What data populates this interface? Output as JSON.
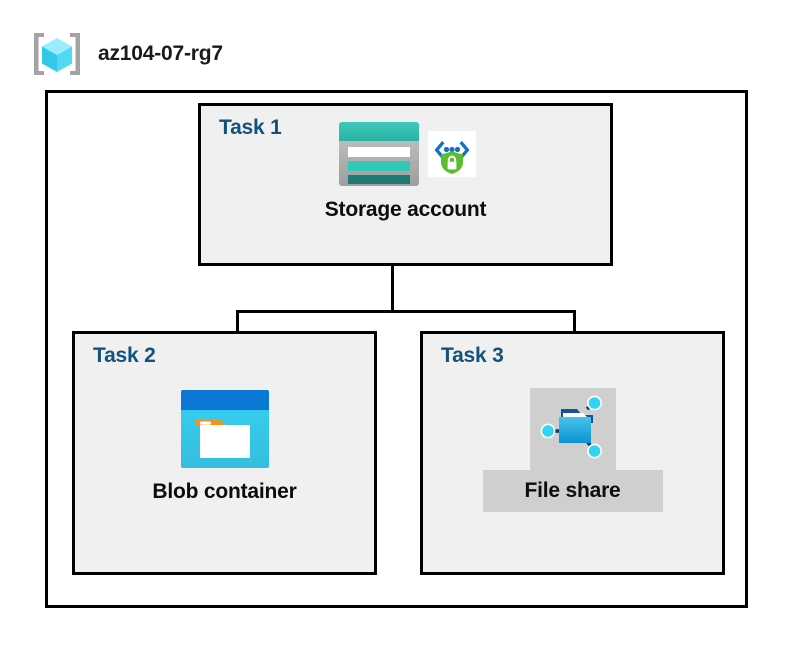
{
  "diagram": {
    "resource_group": {
      "name": "az104-07-rg7",
      "icon": "resource-group-cube-icon"
    },
    "tasks": [
      {
        "id": "task-1",
        "label": "Task 1",
        "node_caption": "Storage account",
        "icons": [
          "storage-account-icon",
          "shield-lock-secure-transfer-icon"
        ]
      },
      {
        "id": "task-2",
        "label": "Task 2",
        "node_caption": "Blob container",
        "icons": [
          "blob-container-icon"
        ]
      },
      {
        "id": "task-3",
        "label": "Task 3",
        "node_caption": "File share",
        "icons": [
          "file-share-icon"
        ]
      }
    ],
    "connectors": [
      {
        "from": "Storage account",
        "to": "Blob container"
      },
      {
        "from": "Storage account",
        "to": "File share"
      }
    ],
    "colors": {
      "task_label": "#14517d",
      "task_box_fill": "#f0f0f0",
      "box_border": "#000000",
      "canvas": "#ffffff",
      "highlight_plate": "#cfcfcf",
      "storage_teal": "#32bcad",
      "storage_teal_dark": "#1d7b74",
      "blob_blue": "#0078d4",
      "blob_cyan": "#32c8e8",
      "blob_orange": "#f7941e",
      "shield_green": "#5dbb2e",
      "chevron_blue": "#0078d4",
      "cube_cyan": "#50e6ff",
      "bracket_gray": "#a0a0a0"
    }
  }
}
